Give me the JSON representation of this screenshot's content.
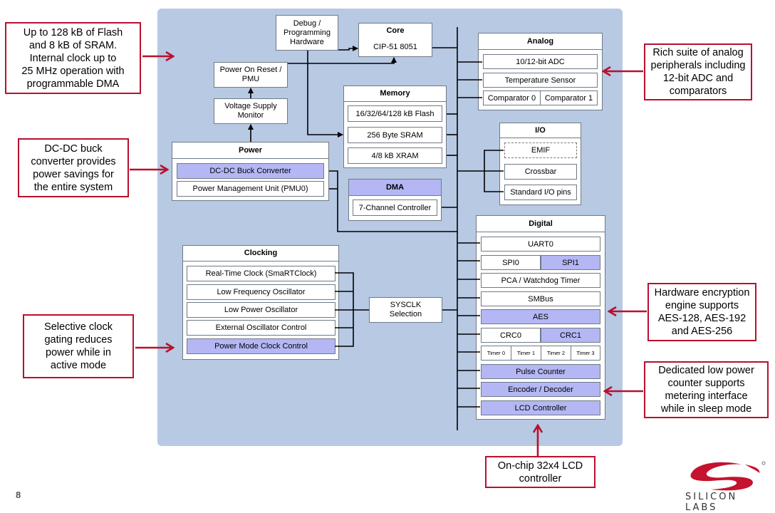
{
  "page_number": "8",
  "colors": {
    "panel": "#b7c9e3",
    "highlight": "#b4b7f4",
    "callout_border": "#b8102e",
    "logo": "#c4122f"
  },
  "blocks": {
    "debug": "Debug /\nProgramming\nHardware",
    "core": {
      "title": "Core",
      "item": "CIP-51 8051"
    },
    "por": "Power On Reset /\nPMU",
    "vsm": "Voltage Supply\nMonitor",
    "memory": {
      "title": "Memory",
      "items": [
        "16/32/64/128 kB Flash",
        "256 Byte SRAM",
        "4/8 kB XRAM"
      ]
    },
    "analog": {
      "title": "Analog",
      "adc": "10/12-bit ADC",
      "temp": "Temperature Sensor",
      "comp0": "Comparator 0",
      "comp1": "Comparator 1"
    },
    "power": {
      "title": "Power",
      "items": [
        "DC-DC Buck Converter",
        "Power Management Unit (PMU0)"
      ]
    },
    "io": {
      "title": "I/O",
      "items": [
        "EMIF",
        "Crossbar",
        "Standard I/O pins"
      ]
    },
    "dma": {
      "title": "DMA",
      "item": "7-Channel Controller"
    },
    "clocking": {
      "title": "Clocking",
      "items": [
        "Real-Time Clock (SmaRTClock)",
        "Low Frequency Oscillator",
        "Low Power Oscillator",
        "External Oscillator Control",
        "Power Mode Clock Control"
      ]
    },
    "sysclk": "SYSCLK\nSelection",
    "digital": {
      "title": "Digital",
      "uart": "UART0",
      "spi0": "SPI0",
      "spi1": "SPI1",
      "pca": "PCA / Watchdog Timer",
      "smbus": "SMBus",
      "aes": "AES",
      "crc0": "CRC0",
      "crc1": "CRC1",
      "timers": [
        "Timer 0",
        "Timer 1",
        "Timer 2",
        "Timer 3"
      ],
      "pulse": "Pulse Counter",
      "encoder": "Encoder / Decoder",
      "lcd": "LCD Controller"
    }
  },
  "callouts": {
    "flash": "Up to 128 kB of Flash\nand 8 kB of SRAM.\nInternal clock up to\n25 MHz operation with\nprogrammable DMA",
    "dcdc": "DC-DC buck\nconverter provides\npower savings for\nthe entire system",
    "clock": "Selective clock\ngating reduces\npower while in\nactive mode",
    "analog": "Rich suite of analog\nperipherals including\n12-bit ADC and\ncomparators",
    "encryption": "Hardware encryption\nengine supports\nAES-128, AES-192\nand AES-256",
    "lowpower": "Dedicated low power\ncounter supports\nmetering interface\nwhile in sleep mode",
    "lcd": "On-chip 32x4 LCD\ncontroller"
  },
  "logo": {
    "text": "SILICON LABS"
  }
}
